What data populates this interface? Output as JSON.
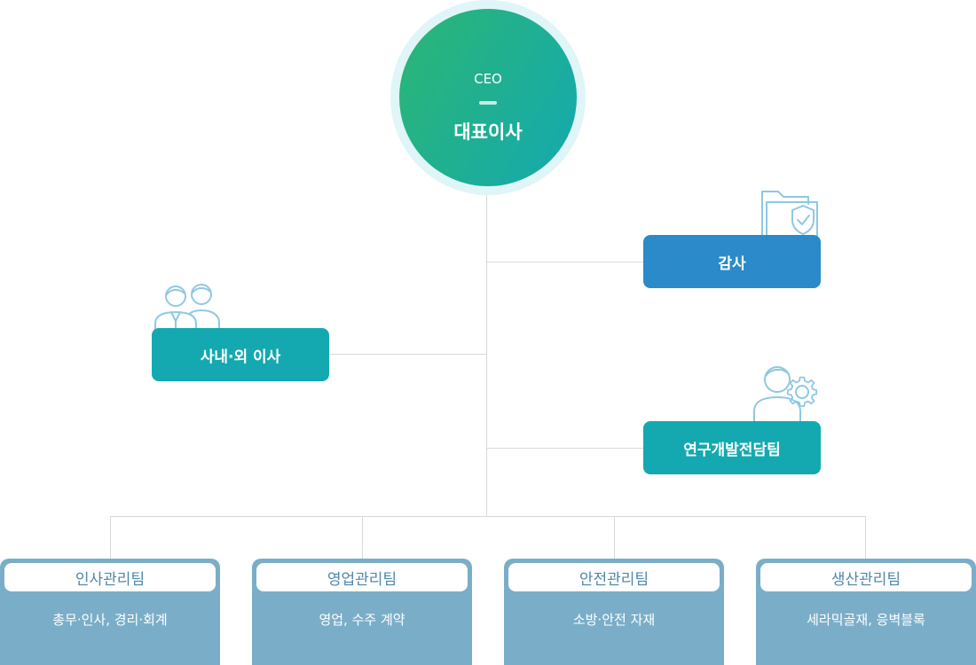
{
  "ceo": {
    "title_en": "CEO",
    "title_ko": "대표이사"
  },
  "staff": {
    "audit": {
      "label": "감사",
      "icon": "folder-shield-icon"
    },
    "board": {
      "label": "사내·외 이사",
      "icon": "people-icon"
    },
    "rnd": {
      "label": "연구개발전담팀",
      "icon": "person-gear-icon"
    }
  },
  "teams": [
    {
      "name": "인사관리팀",
      "desc": "총무·인사, 경리·회계"
    },
    {
      "name": "영업관리팀",
      "desc": "영업, 수주 계약"
    },
    {
      "name": "안전관리팀",
      "desc": "소방·안전 자재"
    },
    {
      "name": "생산관리팀",
      "desc": "세라믹골재, 응벽블록"
    }
  ],
  "colors": {
    "ceo_gradient_start": "#2bb673",
    "ceo_gradient_end": "#14a9b0",
    "audit": "#2b8ac9",
    "teal": "#14a9b0",
    "team": "#7aaec8",
    "team_text": "#4f87ab",
    "line": "#d6d9dc"
  }
}
